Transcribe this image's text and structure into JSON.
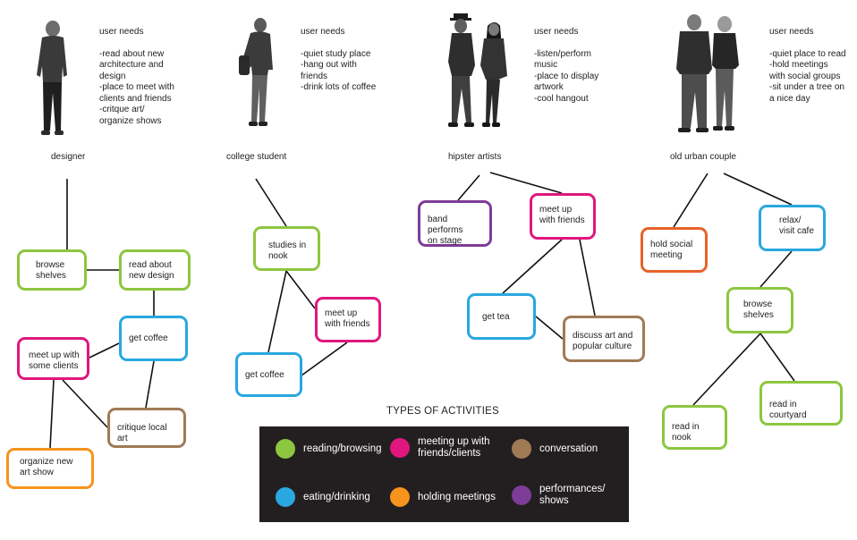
{
  "colors": {
    "reading": "#8dc63f",
    "meeting": "#e0177d",
    "conversation": "#a07a55",
    "eating": "#29a8e0",
    "holding": "#f7941d",
    "performance": "#7d3c98",
    "legend_bg": "#231f20"
  },
  "personas": [
    {
      "label": "designer",
      "needs_title": "user needs",
      "needs": [
        "-read about new\narchitecture and\ndesign",
        "-place to meet with\nclients and friends",
        "-critque art/\norganize shows"
      ]
    },
    {
      "label": "college student",
      "needs_title": "user needs",
      "needs": [
        "-quiet study place",
        "-hang out with\nfriends",
        "-drink lots of coffee"
      ]
    },
    {
      "label": "hipster artists",
      "needs_title": "user needs",
      "needs": [
        "-listen/perform\nmusic",
        "-place to display\nartwork",
        "-cool hangout"
      ]
    },
    {
      "label": "old urban couple",
      "needs_title": "user needs",
      "needs": [
        "-quiet place to read",
        "-hold meetings\nwith social groups",
        "-sit under a tree on\na nice day"
      ]
    }
  ],
  "nodes": {
    "designer": {
      "browse": "browse\nshelves",
      "read_design": "read about\nnew design",
      "coffee": "get coffee",
      "clients": "meet up with\nsome clients",
      "critique": "critique local art",
      "organize": "organize new\nart show"
    },
    "student": {
      "studies": "studies in\nnook",
      "friends": "meet up\nwith friends",
      "coffee": "get coffee"
    },
    "hipster": {
      "band": "band performs\non stage",
      "friends": "meet up\nwith friends",
      "tea": "get tea",
      "discuss": "discuss art and\npopular culture"
    },
    "couple": {
      "social": "hold social\nmeeting",
      "cafe": "relax/\nvisit cafe",
      "browse": "browse\nshelves",
      "nook": "read in nook",
      "courtyard": "read in courtyard"
    }
  },
  "legend": {
    "title": "TYPES OF ACTIVITIES",
    "items": [
      {
        "label": "reading/browsing"
      },
      {
        "label": "meeting up with\nfriends/clients"
      },
      {
        "label": "conversation"
      },
      {
        "label": "eating/drinking"
      },
      {
        "label": "holding meetings"
      },
      {
        "label": "performances/\nshows"
      }
    ]
  }
}
